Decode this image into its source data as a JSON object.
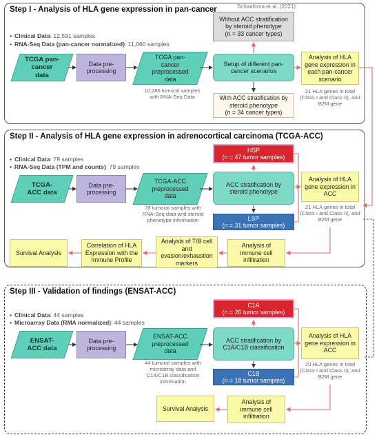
{
  "step1": {
    "title": "Step I - Analysis of HLA gene expression in pan-cancer",
    "citation": "Schaafsma et al. (2021)",
    "bullet1_label": "Clinical Data",
    "bullet1_value": ": 12,591 samples",
    "bullet2_label": "RNA-Seq Data (pan-cancer normalized)",
    "bullet2_value": ": 11,060 samples",
    "data_node": "TCGA pan-cancer data",
    "preprocess": "Data pre-processing",
    "preprocessed": "TCGA pan-cancer preprocessed data",
    "preprocessed_note": "10,286 tumoral samples with RNA-Seq Data",
    "scenario": "Setup of different pan-cancer scenarios",
    "without_acc": "Without ACC stratification by steroid phenotype",
    "without_acc_n": "(n = 33 cancer types)",
    "with_acc": "With ACC stratification by steroid phenotype",
    "with_acc_n": "(n = 34 cancer types)",
    "analysis": "Analysis of HLA gene expression in each pan-cancer scenario",
    "analysis_note": "21 HLA genes in total (Class I and Class II), and B2M gene"
  },
  "step2": {
    "title": "Step II - Analysis of HLA gene expression in adrenocortical carcinoma (TCGA-ACC)",
    "bullet1_label": "Clinical Data",
    "bullet1_value": ": 79 samples",
    "bullet2_label": "RNA-Seq Data (TPM and counts)",
    "bullet2_value": ": 79 samples",
    "data_node": "TCGA-ACC data",
    "preprocess": "Data pre-processing",
    "preprocessed": "TCGA-ACC preprocessed data",
    "preprocessed_note": "78 tumoral samples with RNA-Seq data and steroid phenotype information",
    "stratification": "ACC stratification by steroid phenotype",
    "hsp": "HSP",
    "hsp_n": "(n = 47 tumor samples)",
    "lsp": "LSP",
    "lsp_n": "(n = 31 tumor samples)",
    "analysis": "Analysis of HLA gene expression in ACC",
    "analysis_note": "21 HLA genes in total (Class I and Class II), and B2M gene",
    "immune": "Analysis of immune cell infiltration",
    "tcell": "Analysis of T/B cell and evasion/exhaustion markers",
    "correlation": "Correlation of HLA Expression with the Immune Profile",
    "survival": "Survival Analysis"
  },
  "step3": {
    "title": "Step III - Validation of findings (ENSAT-ACC)",
    "bullet1_label": "Clinical Data",
    "bullet1_value": ": 44 samples",
    "bullet2_label": "Microarray Data (RMA normalized)",
    "bullet2_value": ": 44 samples",
    "data_node": "ENSAT-ACC data",
    "preprocess": "Data pre-processing",
    "preprocessed": "ENSAT-ACC preprocessed data",
    "preprocessed_note": "44 tumoral samples with microarray data and C1A/C1B classification information",
    "stratification": "ACC stratification by C1A/C1B classification",
    "c1a": "C1A",
    "c1a_n": "(n = 26 tumor samples)",
    "c1b": "C1B",
    "c1b_n": "(n = 18 tumor samples)",
    "analysis": "Analysis of HLA gene expression in ACC",
    "analysis_note": "20 HLA genes in total (Class I and Class II), and B2M gene",
    "immune": "Analysis of immune cell infiltration",
    "survival": "Survival Analysis"
  },
  "colors": {
    "teal": "#5ecfb8",
    "purple": "#bdb5de",
    "yellow": "#fbfaa8",
    "red": "#d9262e",
    "blue": "#3b72b6",
    "arrow_red": "#e06a6a"
  }
}
